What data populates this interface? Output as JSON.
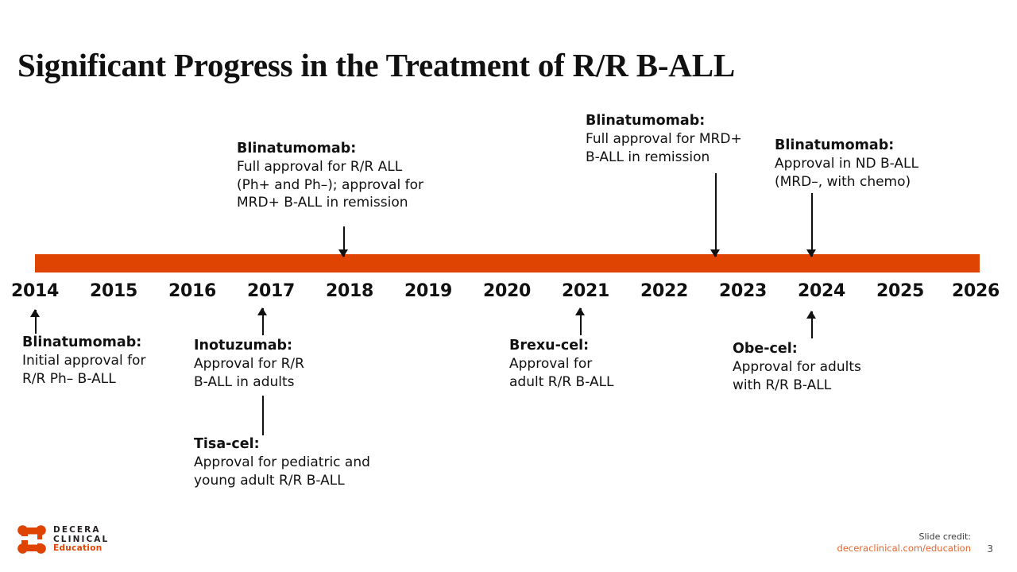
{
  "slide": {
    "title": "Significant Progress in the Treatment of R/R B-ALL",
    "page_number": "3",
    "accent_color": "#E04403",
    "background": "#ffffff"
  },
  "timeline": {
    "bar_color": "#E04403",
    "years": [
      "2014",
      "2015",
      "2016",
      "2017",
      "2018",
      "2019",
      "2020",
      "2021",
      "2022",
      "2023",
      "2024",
      "2025",
      "2026"
    ]
  },
  "annotations": {
    "above": [
      {
        "id": "blinatumomab-2018",
        "title": "Blinatumomab:",
        "body": [
          "Full approval for R/R ALL",
          "(Ph+ and Ph–); approval for",
          "MRD+ B-ALL in remission"
        ],
        "year": "2018"
      },
      {
        "id": "blinatumomab-2023",
        "title": "Blinatumomab:",
        "body": [
          "Full approval for MRD+",
          "B-ALL in remission"
        ],
        "year": "2023"
      },
      {
        "id": "blinatumomab-2024",
        "title": "Blinatumomab:",
        "body": [
          "Approval in ND B-ALL",
          "(MRD–, with chemo)"
        ],
        "year": "2024"
      }
    ],
    "below": [
      {
        "id": "blinatumomab-2014",
        "title": "Blinatumomab:",
        "body": [
          "Initial approval for",
          "R/R Ph– B-ALL"
        ],
        "year": "2014"
      },
      {
        "id": "inotuzumab-2017",
        "title": "Inotuzumab:",
        "body": [
          "Approval for R/R",
          "B-ALL in adults"
        ],
        "year": "2017"
      },
      {
        "id": "tisa-cel-2017",
        "title": "Tisa-cel:",
        "body": [
          "Approval for pediatric and",
          "young adult R/R B-ALL"
        ],
        "year": "2017"
      },
      {
        "id": "brexu-cel-2021",
        "title": "Brexu-cel:",
        "body": [
          "Approval for",
          "adult R/R B-ALL"
        ],
        "year": "2021"
      },
      {
        "id": "obe-cel-2024",
        "title": "Obe-cel:",
        "body": [
          "Approval for adults",
          "with R/R B-ALL"
        ],
        "year": "2024"
      }
    ]
  },
  "footer": {
    "logo": {
      "line1": "DECERA",
      "line2": "CLINICAL",
      "line3": "Education",
      "mark_color": "#E04403"
    },
    "credit_label": "Slide credit:",
    "credit_url": "deceraclinical.com/education",
    "url_color": "#E8642B"
  }
}
